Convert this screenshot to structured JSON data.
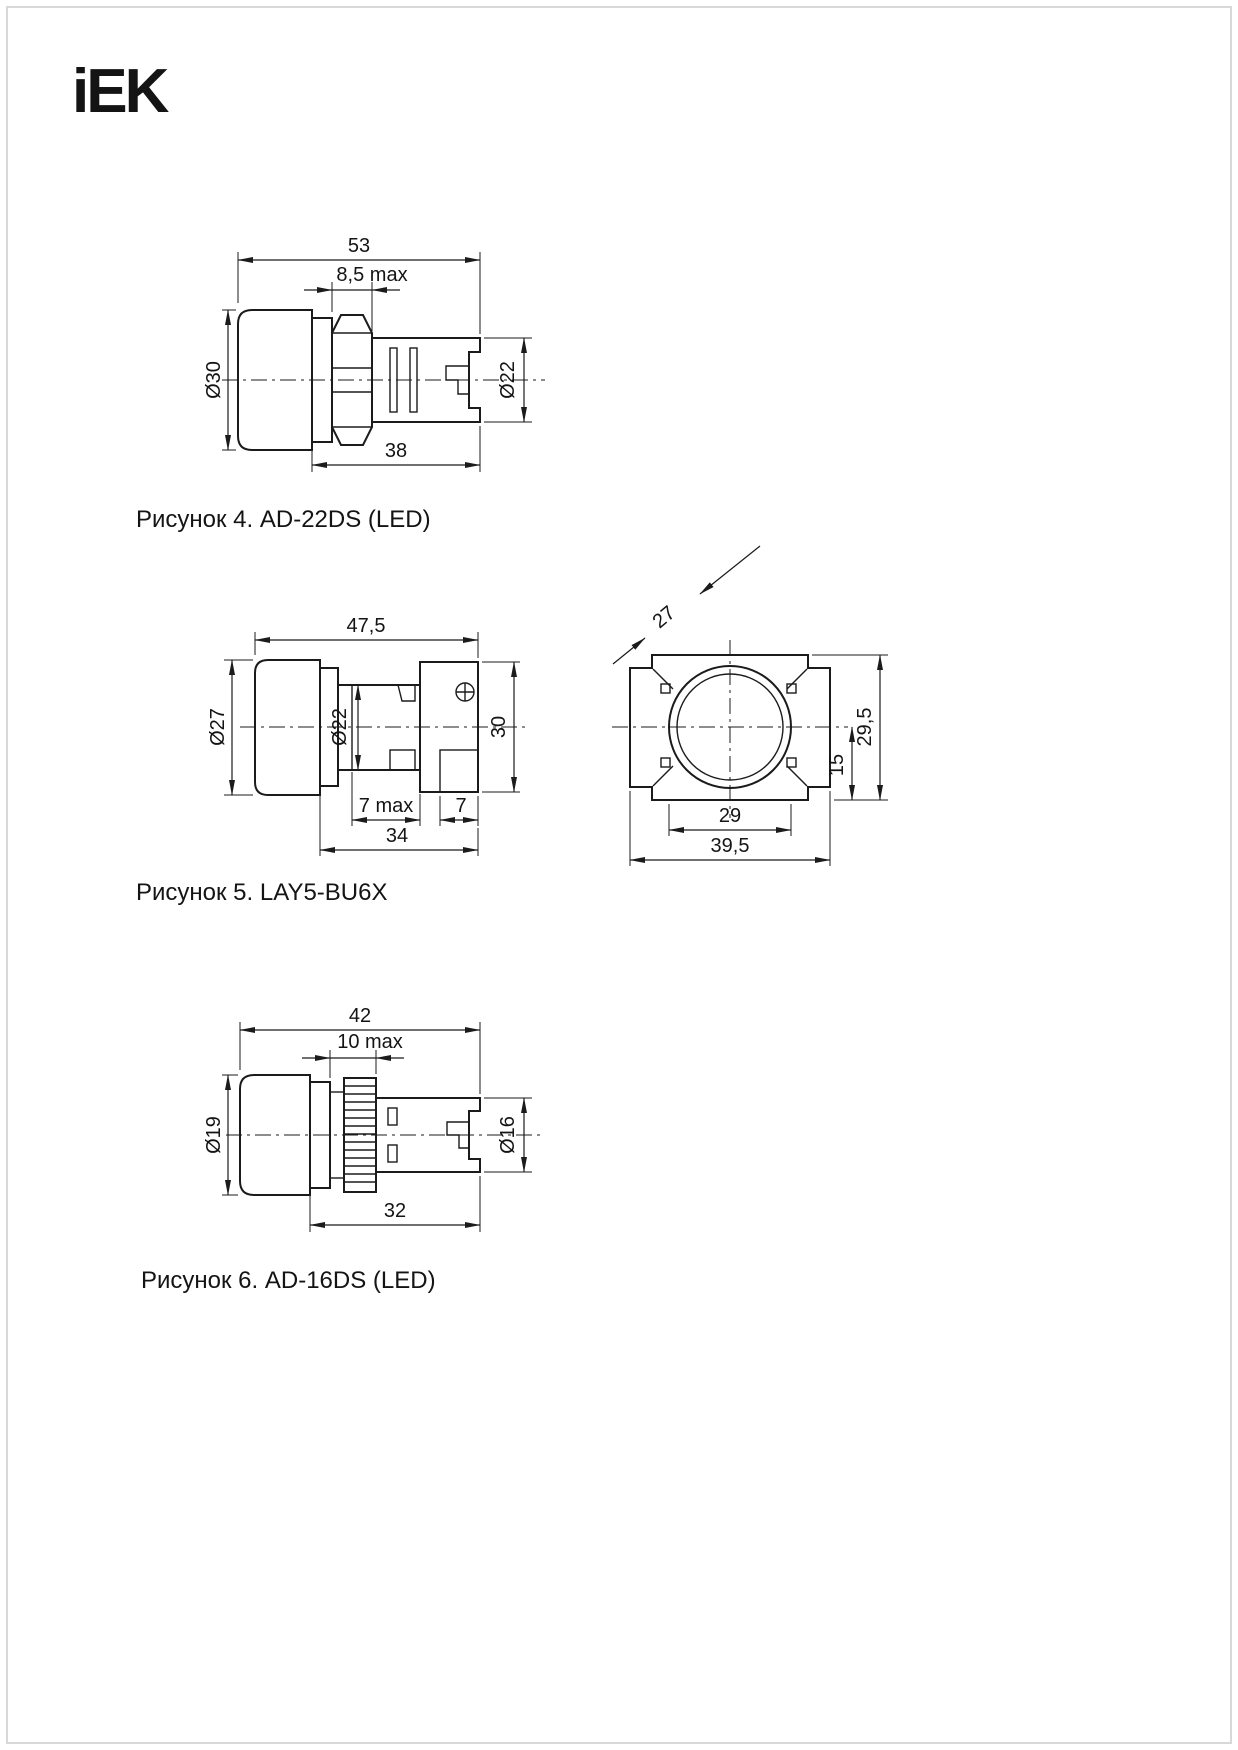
{
  "logo": {
    "text": "iEK"
  },
  "figures": {
    "fig4": {
      "caption": "Рисунок 4. AD-22DS (LED)",
      "dim_overall": "53",
      "dim_max": "8,5 max",
      "dim_lens": "Ø30",
      "dim_body": "Ø22",
      "dim_rear": "38"
    },
    "fig5": {
      "caption": "Рисунок 5. LAY5-BU6X",
      "dim_overall": "47,5",
      "dim_lens": "Ø27",
      "dim_barrel": "Ø22",
      "dim_height": "30",
      "dim_panel": "7 max",
      "dim_step": "7",
      "dim_rear": "34",
      "front": {
        "dim_diag": "27",
        "dim_total_h": "29,5",
        "dim_half_h": "15",
        "dim_hole_w": "29",
        "dim_total_w": "39,5"
      }
    },
    "fig6": {
      "caption": "Рисунок 6. AD-16DS (LED)",
      "dim_overall": "42",
      "dim_max": "10 max",
      "dim_lens": "Ø19",
      "dim_body": "Ø16",
      "dim_rear": "32"
    }
  }
}
